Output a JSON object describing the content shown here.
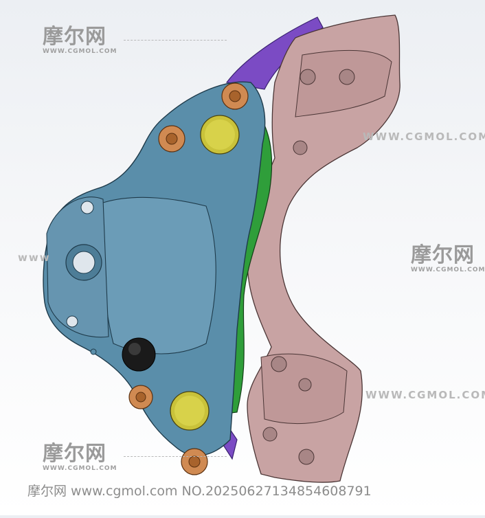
{
  "watermark": {
    "brand_cn": "摩尔网",
    "url_small": "WWW.CGMOL.COM",
    "url_side": "WWW.CGMOL.COM",
    "url_side_partial": "www"
  },
  "footer": {
    "caption": "摩尔网 www.cgmol.com NO.20250627134854608791"
  },
  "colors": {
    "caliper_body": "#5a8eaa",
    "bracket": "#c8a3a3",
    "brake_pad": "#2f9e3a",
    "shim_plate": "#7b4bc4",
    "bolt": "#d08a52",
    "piston_cap": "#c9c23a",
    "bleed_cap": "#1a1a1a"
  }
}
